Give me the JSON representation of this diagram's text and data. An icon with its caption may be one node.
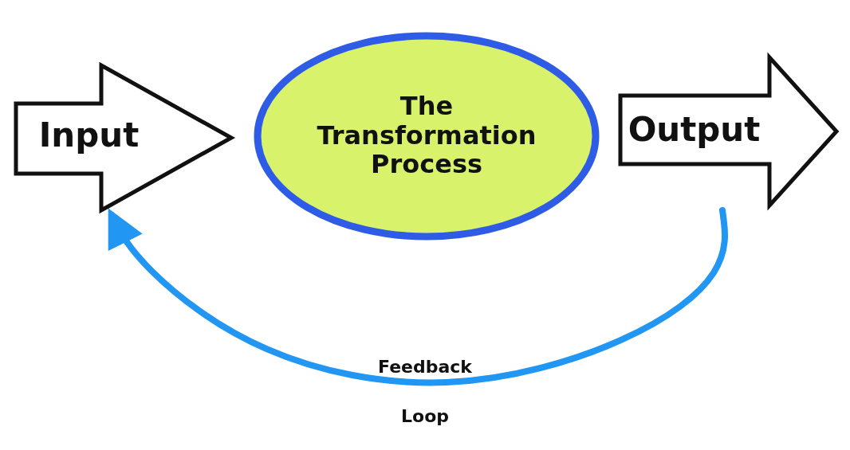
{
  "diagram": {
    "nodes": [
      {
        "text": [
          "Input"
        ]
      },
      {
        "text": [
          "The Transformation Process"
        ]
      },
      {
        "text": [
          "Output"
        ]
      }
    ],
    "edges": [
      {
        "from": 2,
        "to": 0,
        "arrow": "to",
        "label": "Feedback Loop"
      }
    ]
  }
}
